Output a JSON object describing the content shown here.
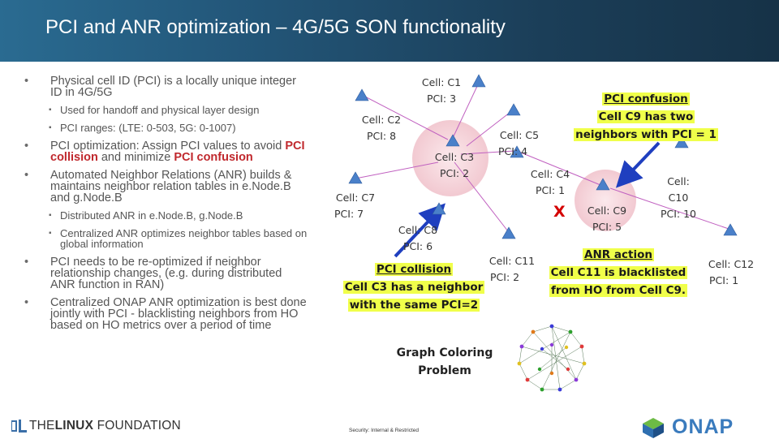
{
  "title": "PCI and ANR optimization – 4G/5G SON functionality",
  "bullets": {
    "b1": "Physical cell ID (PCI) is a locally unique integer ID in 4G/5G",
    "b1_sub1": "Used for handoff and physical layer design",
    "b1_sub2": "PCI ranges: (LTE: 0-503, 5G: 0-1007)",
    "b2_pre": "PCI optimization: Assign PCI values to avoid ",
    "b2_red1": "PCI collision",
    "b2_mid": " and minimize ",
    "b2_red2": "PCI confusion",
    "b3": "Automated Neighbor Relations (ANR) builds & maintains neighbor relation tables in e.Node.B and g.Node.B",
    "b3_sub1": "Distributed ANR in e.Node.B, g.Node.B",
    "b3_sub2": "Centralized ANR optimizes neighbor tables based on global information",
    "b4": "PCI needs to be re-optimized if neighbor relationship changes, (e.g. during distributed ANR function in RAN)",
    "b5": "Centralized ONAP ANR optimization is best done jointly with PCI - blacklisting neighbors from HO based on HO metrics over a period of time"
  },
  "cells": {
    "c1": {
      "name": "Cell: C1",
      "pci": "PCI: 3"
    },
    "c2": {
      "name": "Cell: C2",
      "pci": "PCI: 8"
    },
    "c3": {
      "name": "Cell: C3",
      "pci": "PCI: 2"
    },
    "c4": {
      "name": "Cell: C4",
      "pci": "PCI: 1"
    },
    "c5": {
      "name": "Cell: C5",
      "pci": "PCI: 4"
    },
    "c7": {
      "name": "Cell: C7",
      "pci": "PCI: 7"
    },
    "c8": {
      "name": "Cell: C8",
      "pci": "PCI: 6"
    },
    "c9": {
      "name": "Cell: C9",
      "pci": "PCI: 5"
    },
    "c10": {
      "name": "Cell:",
      "name2": "C10",
      "pci": "PCI: 10"
    },
    "c11": {
      "name": "Cell: C11",
      "pci": "PCI: 2"
    },
    "c12": {
      "name": "Cell: C12",
      "pci": "PCI: 1"
    }
  },
  "annotations": {
    "collision_title": "PCI collision",
    "collision_l1": "Cell C3 has a neighbor",
    "collision_l2": "with the same PCI=2",
    "confusion_title": "PCI confusion",
    "confusion_l1": "Cell C9 has two",
    "confusion_l2": "neighbors with PCI = 1",
    "anr_title": "ANR action",
    "anr_l1": "Cell C11 is blacklisted",
    "anr_l2": "from HO from Cell C9.",
    "x_mark": "X",
    "graph_l1": "Graph Coloring",
    "graph_l2": "Problem"
  },
  "footer": {
    "lf_pre": "THE",
    "lf_bold": "LINUX",
    "lf_post": " FOUNDATION",
    "security": "Security: Internal & Restricted",
    "onap": "ONAP"
  },
  "colors": {
    "title_bar": "#1a3a52",
    "highlight": "#f0ff4a",
    "red_text": "#c0282d",
    "triangle": "#4a80c9",
    "red_circle": "#f5d7dc",
    "link": "#c060c0",
    "arrow": "#1f3fbf"
  }
}
